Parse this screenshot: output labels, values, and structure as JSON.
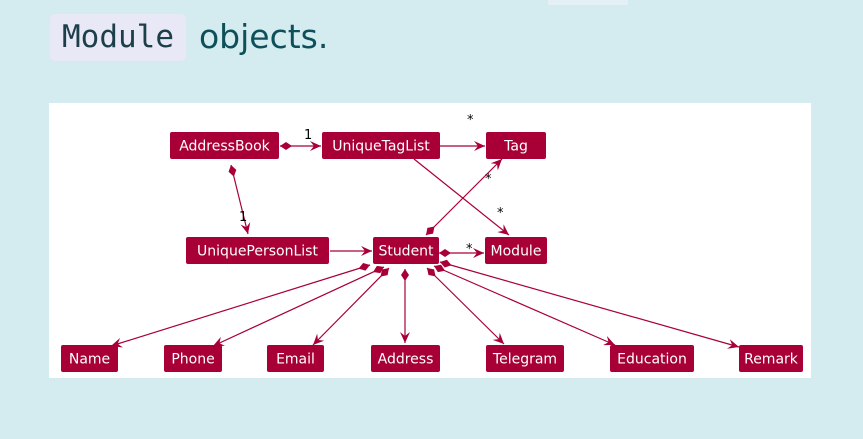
{
  "heading": {
    "code": "Module",
    "rest": "objects."
  },
  "colors": {
    "page_background": "#d4ebf0",
    "class_fill": "#a80036",
    "class_text": "#ffffff",
    "edge": "#a80036",
    "code_chip_background": "#e9e8f6",
    "heading_text": "#0e4f5a"
  },
  "diagram": {
    "classes": {
      "addressbook": "AddressBook",
      "uniquetaglist": "UniqueTagList",
      "tag": "Tag",
      "uniquepersonlist": "UniquePersonList",
      "student": "Student",
      "module": "Module",
      "name": "Name",
      "phone": "Phone",
      "email": "Email",
      "address": "Address",
      "telegram": "Telegram",
      "education": "Education",
      "remark": "Remark"
    },
    "multiplicities": {
      "addressbook_uniquetaglist": "1",
      "addressbook_uniquepersonlist": "1",
      "uniquetaglist_tag": "*",
      "uniquetaglist_module": "*",
      "student_tag": "*",
      "student_module": "*"
    }
  }
}
